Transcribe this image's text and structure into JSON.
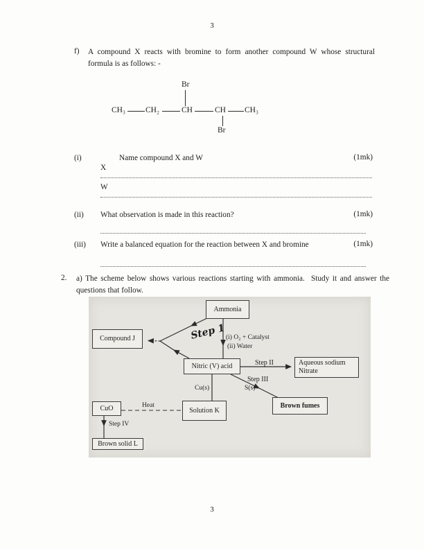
{
  "page": {
    "number_top": "3",
    "number_bottom": "3"
  },
  "question_f": {
    "label": "f)",
    "text": "A compound X reacts with bromine to form another compound W whose structural formula is as follows: -"
  },
  "structure": {
    "br_top": "Br",
    "br_bottom": "Br",
    "atoms": [
      "CH₃",
      "CH₂",
      "CH",
      "CH",
      "CH₃"
    ]
  },
  "sub_questions": {
    "i": {
      "label": "(i)",
      "text": "Name compound X and W",
      "marks": "(1mk)",
      "answer_x": "X",
      "answer_w": "W"
    },
    "ii": {
      "label": "(ii)",
      "text": "What observation is made in this reaction?",
      "marks": "(1mk)"
    },
    "iii": {
      "label": "(iii)",
      "text": "Write a balanced equation for the reaction between X and bromine",
      "marks": "(1mk)"
    }
  },
  "question_2": {
    "number": "2.",
    "text": "a) The scheme below shows various reactions starting with ammonia.  Study it and answer the questions that follow."
  },
  "diagram": {
    "boxes": {
      "ammonia": "Ammonia",
      "compound_j": "Compound J",
      "nitric_acid": "Nitric (V) acid",
      "aqueous_sodium_nitrate": "Aqueous sodium Nitrate",
      "brown_fumes": "Brown fumes",
      "solution_k": "Solution K",
      "cuo": "CuO",
      "brown_solid_l": "Brown solid L"
    },
    "labels": {
      "step_1": "Step 1",
      "o2_catalyst": "(i) O₂ + Catalyst",
      "water": "(ii) Water",
      "step_2": "Step II",
      "step_3": "Step III",
      "s_solid": "S(s)",
      "cu_solid": "Cu(s)",
      "heat": "Heat",
      "step_4": "Step IV"
    }
  },
  "colors": {
    "diagram_background": "#e7e5e0",
    "ink": "#1c1c1c"
  }
}
